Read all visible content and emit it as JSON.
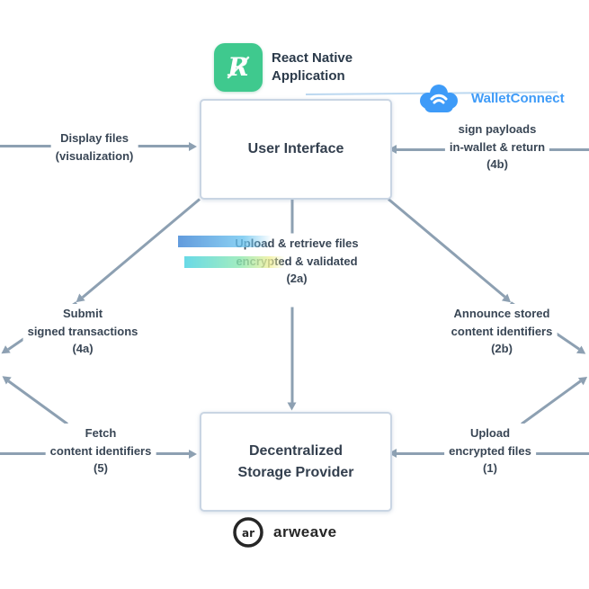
{
  "colors": {
    "arrow": "#8da0b2",
    "box_border": "#c9d5e3",
    "app_green": "#3fc98e",
    "wallet_blue": "#3e9bf8",
    "logo_dark": "#262626",
    "background": "#ffffff"
  },
  "logos": {
    "app": {
      "icon": "app-r-logo-icon",
      "line1": "React Native",
      "line2": "Application"
    },
    "wallet": {
      "icon": "walletconnect-cloud-icon",
      "wordmark": "WalletConnect"
    },
    "storage": {
      "icon": "arweave-circle-icon",
      "wordmark": "arweave"
    }
  },
  "boxes": {
    "ui": {
      "label": "User Interface"
    },
    "dsp": {
      "line1": "Decentralized",
      "line2": "Storage Provider"
    }
  },
  "labels": {
    "left_top": [
      "Display files",
      "(visualization)"
    ],
    "right_top": [
      "sign payloads",
      "in-wallet & return",
      "(4b)"
    ],
    "center": [
      "Upload & retrieve files",
      "encrypted & validated",
      "(2a)"
    ],
    "left_diag": [
      "Submit",
      "signed transactions",
      "(4a)"
    ],
    "right_diag": [
      "Announce stored",
      "content identifiers",
      "(2b)"
    ],
    "bottom_left": [
      "Fetch",
      "content identifiers",
      "(5)"
    ],
    "bottom_right": [
      "Upload",
      "encrypted files",
      "(1)"
    ]
  }
}
